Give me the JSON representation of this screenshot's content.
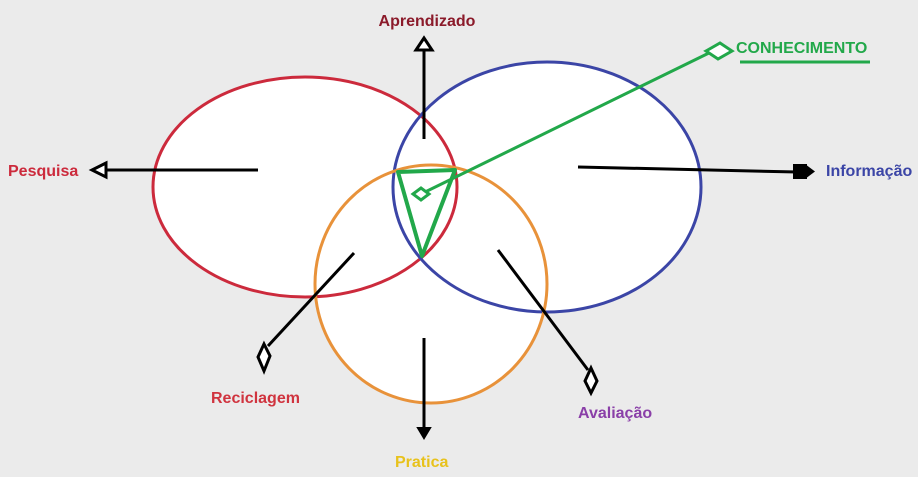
{
  "labels": {
    "aprendizado": "Aprendizado",
    "conhecimento": "CONHECIMENTO",
    "pesquisa": "Pesquisa",
    "informacao": "Informação",
    "reciclagem": "Reciclagem",
    "avaliacao": "Avaliação",
    "pratica": "Pratica"
  },
  "colors": {
    "background": "#ebebeb",
    "circle_fill": "#ffffff",
    "pesquisa": "#cc2a3c",
    "informacao": "#3b45a6",
    "pratica_circle": "#e8923a",
    "pratica_label": "#e8c21c",
    "conhecimento": "#22a84a",
    "aprendizado": "#8b1a2a",
    "reciclagem": "#d0343f",
    "avaliacao": "#8a3fa8",
    "arrow": "#000000"
  }
}
